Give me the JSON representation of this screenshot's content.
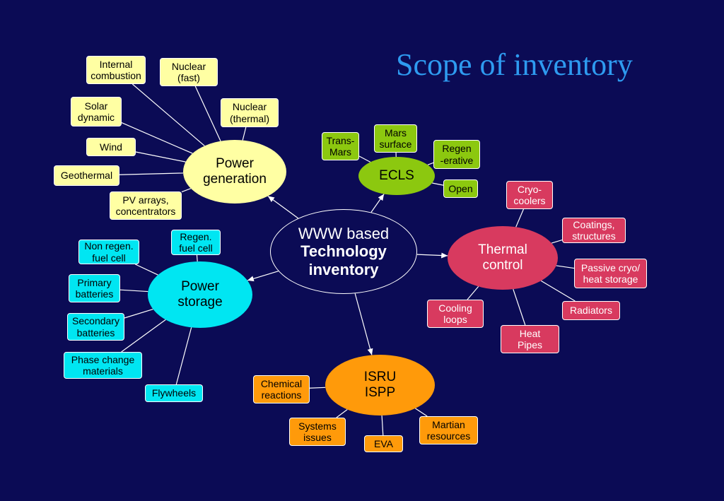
{
  "title": "Scope of inventory",
  "colors": {
    "background": "#0b0b55",
    "title": "#2e9bf0",
    "power_generation": "#ffffa3",
    "ecls": "#8cc80f",
    "thermal": "#d83a5f",
    "power_storage": "#00e6f2",
    "isru": "#ff9a0a",
    "lines": "#ffffff"
  },
  "center": {
    "line1": "WWW based",
    "line2": "Technology",
    "line3": "inventory"
  },
  "power_generation": {
    "label": [
      "Power",
      "generation"
    ],
    "items": [
      [
        "Internal",
        "combustion"
      ],
      [
        "Nuclear",
        "(fast)"
      ],
      [
        "Solar",
        "dynamic"
      ],
      [
        "Nuclear",
        "(thermal)"
      ],
      [
        "Wind"
      ],
      [
        "Geothermal"
      ],
      [
        "PV arrays,",
        "concentrators"
      ]
    ]
  },
  "ecls": {
    "label": [
      "ECLS"
    ],
    "items": [
      [
        "Trans-",
        "Mars"
      ],
      [
        "Mars",
        "surface"
      ],
      [
        "Regen",
        "-erative"
      ],
      [
        "Open"
      ]
    ]
  },
  "thermal_control": {
    "label": [
      "Thermal",
      "control"
    ],
    "items": [
      [
        "Cryo-",
        "coolers"
      ],
      [
        "Coatings,",
        "structures"
      ],
      [
        "Passive cryo/",
        "heat storage"
      ],
      [
        "Radiators"
      ],
      [
        "Heat",
        "Pipes"
      ],
      [
        "Cooling",
        "loops"
      ]
    ]
  },
  "power_storage": {
    "label": [
      "Power",
      "storage"
    ],
    "items": [
      [
        "Regen.",
        "fuel cell"
      ],
      [
        "Non regen.",
        "fuel cell"
      ],
      [
        "Primary",
        "batteries"
      ],
      [
        "Secondary",
        "batteries"
      ],
      [
        "Phase change",
        "materials"
      ],
      [
        "Flywheels"
      ]
    ]
  },
  "isru": {
    "label": [
      "ISRU",
      "ISPP"
    ],
    "items": [
      [
        "Chemical",
        "reactions"
      ],
      [
        "Systems",
        "issues"
      ],
      [
        "EVA"
      ],
      [
        "Martian",
        "resources"
      ]
    ]
  }
}
